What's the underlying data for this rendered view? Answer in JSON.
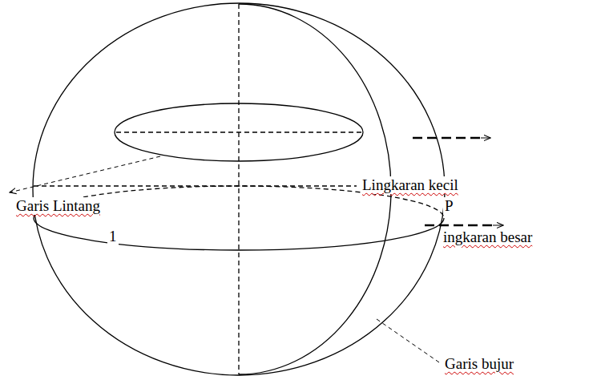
{
  "diagram": {
    "labels": [
      "Lingkaran kecil",
      "Garis Lintang",
      "P",
      "ingkaran besar",
      "1",
      "Garis bujur"
    ]
  }
}
